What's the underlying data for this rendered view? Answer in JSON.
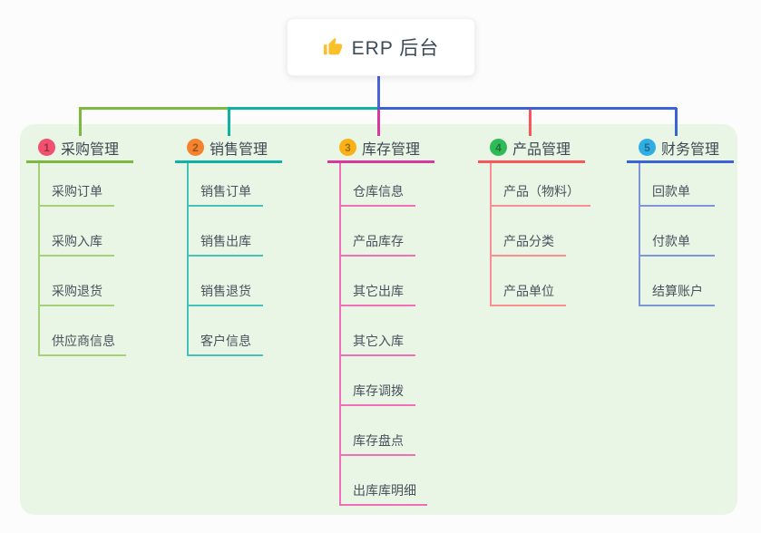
{
  "root": {
    "label": "ERP 后台",
    "icon": "thumbs-up-icon",
    "icon_color": "#f9c02c"
  },
  "canvas": {
    "background": "#fcfcfc",
    "panel_background": "#e9f6e5",
    "root_connector_color": "#4a64d4"
  },
  "branches": [
    {
      "badge": "1",
      "badge_color": "#f1516e",
      "title": "采购管理",
      "line_color": "#7cb93f",
      "child_line_color": "#a5d178",
      "children": [
        "采购订单",
        "采购入库",
        "采购退货",
        "供应商信息"
      ]
    },
    {
      "badge": "2",
      "badge_color": "#f5832e",
      "title": "销售管理",
      "line_color": "#0fb3a6",
      "child_line_color": "#45c3b8",
      "children": [
        "销售订单",
        "销售出库",
        "销售退货",
        "客户信息"
      ]
    },
    {
      "badge": "3",
      "badge_color": "#f9b117",
      "title": "库存管理",
      "line_color": "#d8389e",
      "child_line_color": "#ef6fb9",
      "children": [
        "仓库信息",
        "产品库存",
        "其它出库",
        "其它入库",
        "库存调拨",
        "库存盘点",
        "出库库明细"
      ]
    },
    {
      "badge": "4",
      "badge_color": "#2fba58",
      "title": "产品管理",
      "line_color": "#f8565a",
      "child_line_color": "#fa8f90",
      "children": [
        "产品（物料）",
        "产品分类",
        "产品单位"
      ]
    },
    {
      "badge": "5",
      "badge_color": "#30ade2",
      "title": "财务管理",
      "line_color": "#3c63d6",
      "child_line_color": "#8095d9",
      "children": [
        "回款单",
        "付款单",
        "结算账户"
      ]
    }
  ]
}
